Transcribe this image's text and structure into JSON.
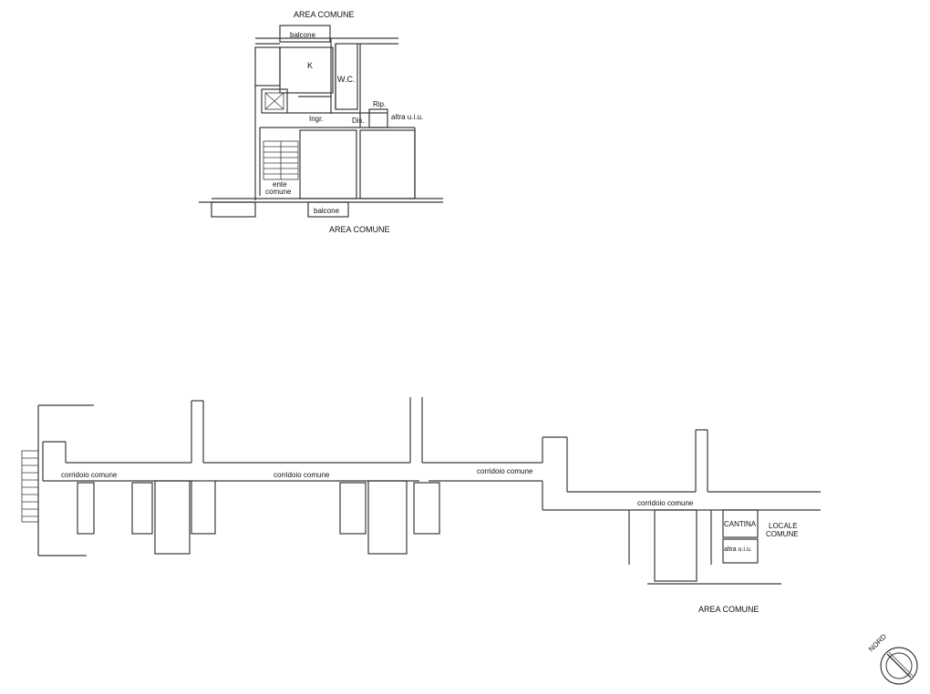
{
  "upper_plan": {
    "area_comune_top": "AREA COMUNE",
    "balcone_top": "balcone",
    "kitchen": "K",
    "wc": "W.C.",
    "ripostiglio": "Rip.",
    "altra_uiu": "altra u.i.u.",
    "ingresso": "Ingr.",
    "disimpegno": "Dis.",
    "ente_comune_1": "ente",
    "ente_comune_2": "comune",
    "balcone_bottom": "balcone",
    "area_comune_bottom": "AREA COMUNE"
  },
  "lower_plan": {
    "corridor_1": "corridoio comune",
    "corridor_2": "corridoio comune",
    "corridor_3": "corridoio comune",
    "corridor_4": "corridoio comune",
    "cantina": "CANTINA",
    "altra_uiu": "altra u.i.u.",
    "locale_comune_1": "LOCALE",
    "locale_comune_2": "COMUNE",
    "area_comune": "AREA COMUNE"
  },
  "compass": {
    "label": "NORD"
  }
}
